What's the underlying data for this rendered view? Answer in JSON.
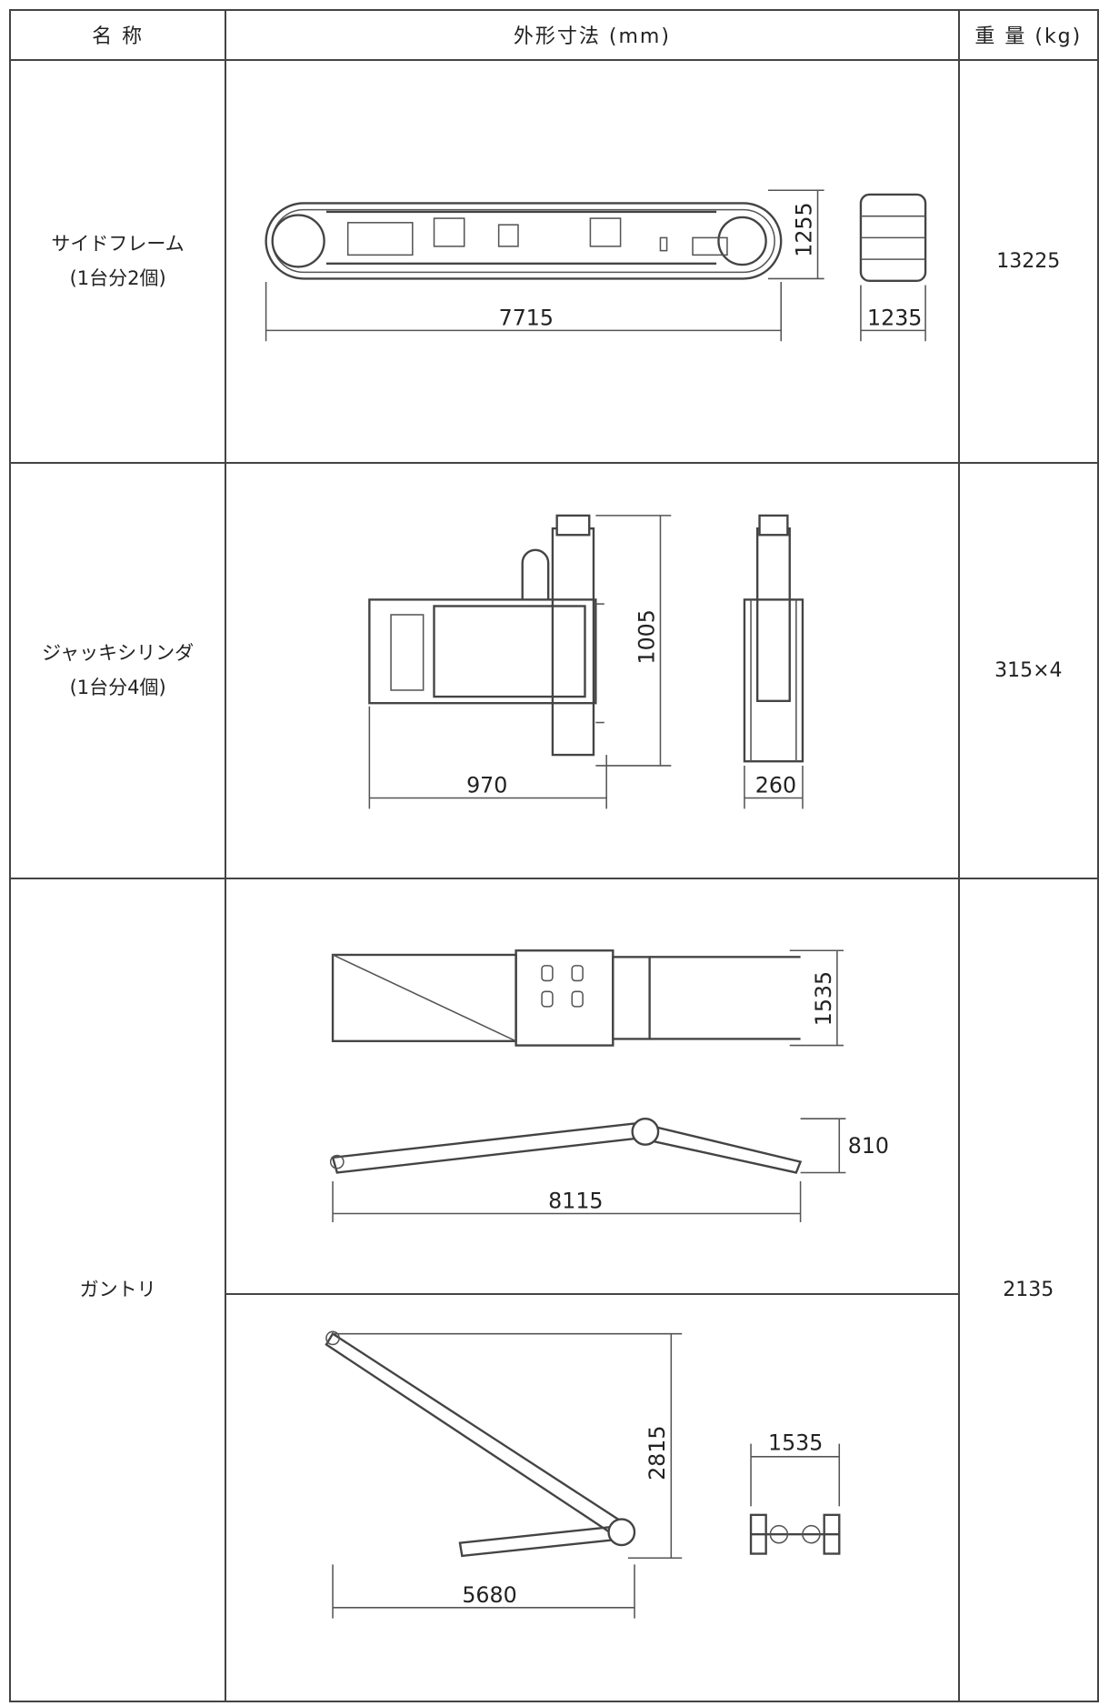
{
  "header": {
    "name": "名 称",
    "dimensions": "外形寸法 (mm)",
    "weight": "重 量 (kg)"
  },
  "rows": [
    {
      "name": "サイドフレーム",
      "note": "(1台分2個)",
      "weight": "13225",
      "dims": {
        "length": "7715",
        "height": "1255",
        "width": "1235"
      }
    },
    {
      "name": "ジャッキシリンダ",
      "note": "(1台分4個)",
      "weight": "315×4",
      "dims": {
        "height": "1005",
        "length": "970",
        "width": "260"
      }
    },
    {
      "name": "ガントリ",
      "weight": "2135",
      "dims": {
        "top_width": "1535",
        "side_rise": "810",
        "length": "8115",
        "raised_height": "2815",
        "raised_length": "5680",
        "front_width": "1535"
      }
    }
  ]
}
